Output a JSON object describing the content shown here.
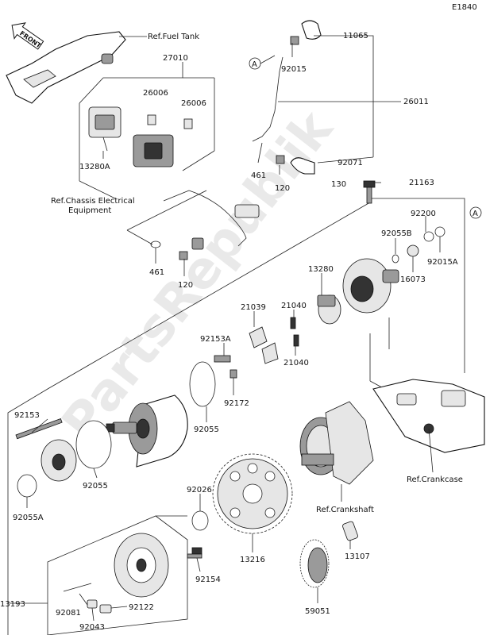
{
  "diagram_code": "E1840",
  "watermark": "PartsRepublik",
  "front_label": "FRONT",
  "refs": {
    "fuel_tank": "Ref.Fuel Tank",
    "chassis_line1": "Ref.Chassis Electrical",
    "chassis_line2": "Equipment",
    "crankcase": "Ref.Crankcase",
    "crankshaft": "Ref.Crankshaft"
  },
  "callout_circles": [
    "A",
    "A"
  ],
  "part_numbers": [
    "11065",
    "27010",
    "92015",
    "26006",
    "26006",
    "26011",
    "13280A",
    "461",
    "120",
    "92071",
    "130",
    "21163",
    "92200",
    "92055B",
    "92015A",
    "16073",
    "13280",
    "461",
    "120",
    "21039",
    "21040",
    "92153A",
    "21040",
    "92172",
    "92153",
    "92055",
    "92055",
    "92055A",
    "92026",
    "13216",
    "13107",
    "92154",
    "13193",
    "92081",
    "92043",
    "92122",
    "59051"
  ]
}
